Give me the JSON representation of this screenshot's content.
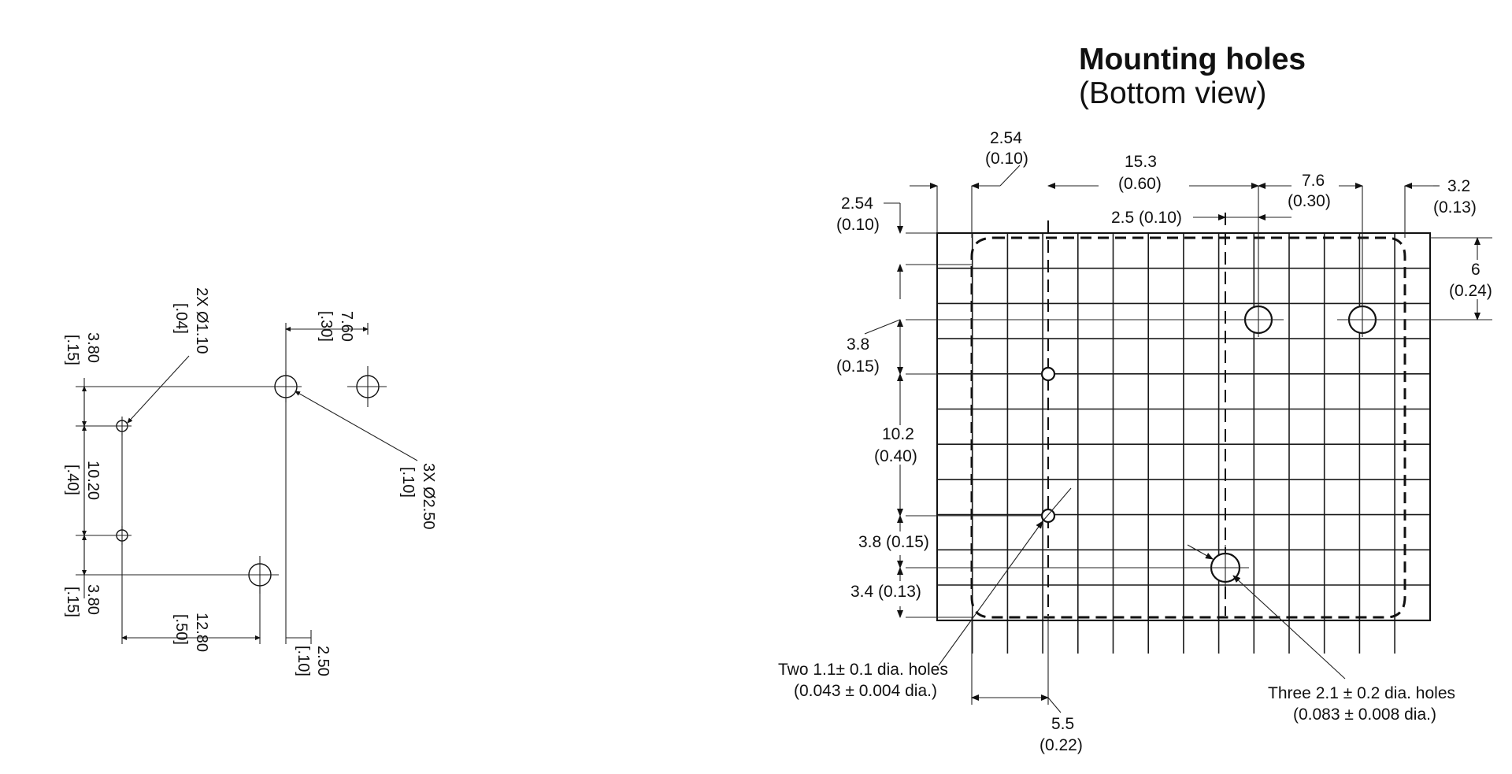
{
  "right_drawing": {
    "title": "Mounting holes",
    "subtitle": "(Bottom view)",
    "dims": {
      "d1_mm": "2.54",
      "d1_in": "(0.10)",
      "d2_mm": "15.3",
      "d2_in": "(0.60)",
      "d3_mm": "7.6",
      "d3_in": "(0.30)",
      "d4_mm": "3.2",
      "d4_in": "(0.13)",
      "d5_mm": "2.54",
      "d5_in": "(0.10)",
      "d6": "2.5 (0.10)",
      "d7_mm": "6",
      "d7_in": "(0.24)",
      "d8_mm": "3.8",
      "d8_in": "(0.15)",
      "d9_mm": "10.2",
      "d9_in": "(0.40)",
      "d10": "3.8 (0.15)",
      "d11": "3.4 (0.13)",
      "d12_mm": "5.5",
      "d12_in": "(0.22)"
    },
    "notes": {
      "small_holes_1": "Two 1.1± 0.1 dia. holes",
      "small_holes_2": "(0.043 ± 0.004 dia.)",
      "large_holes_1": "Three 2.1 ± 0.2 dia. holes",
      "large_holes_2": "(0.083 ± 0.008 dia.)"
    }
  },
  "left_drawing": {
    "labels": {
      "two_holes_a": "2X Ø1.10",
      "two_holes_b": "[.04]",
      "three_holes_a": "3X Ø2.50",
      "three_holes_b": "[.10]",
      "dim_760_a": "7.60",
      "dim_760_b": "[.30]",
      "dim_380_top_a": "3.80",
      "dim_380_top_b": "[.15]",
      "dim_1020_a": "10.20",
      "dim_1020_b": "[.40]",
      "dim_380_bot_a": "3.80",
      "dim_380_bot_b": "[.15]",
      "dim_1280_a": "12.80",
      "dim_1280_b": "[.50]",
      "dim_250_a": "2.50",
      "dim_250_b": "[.10]"
    }
  }
}
